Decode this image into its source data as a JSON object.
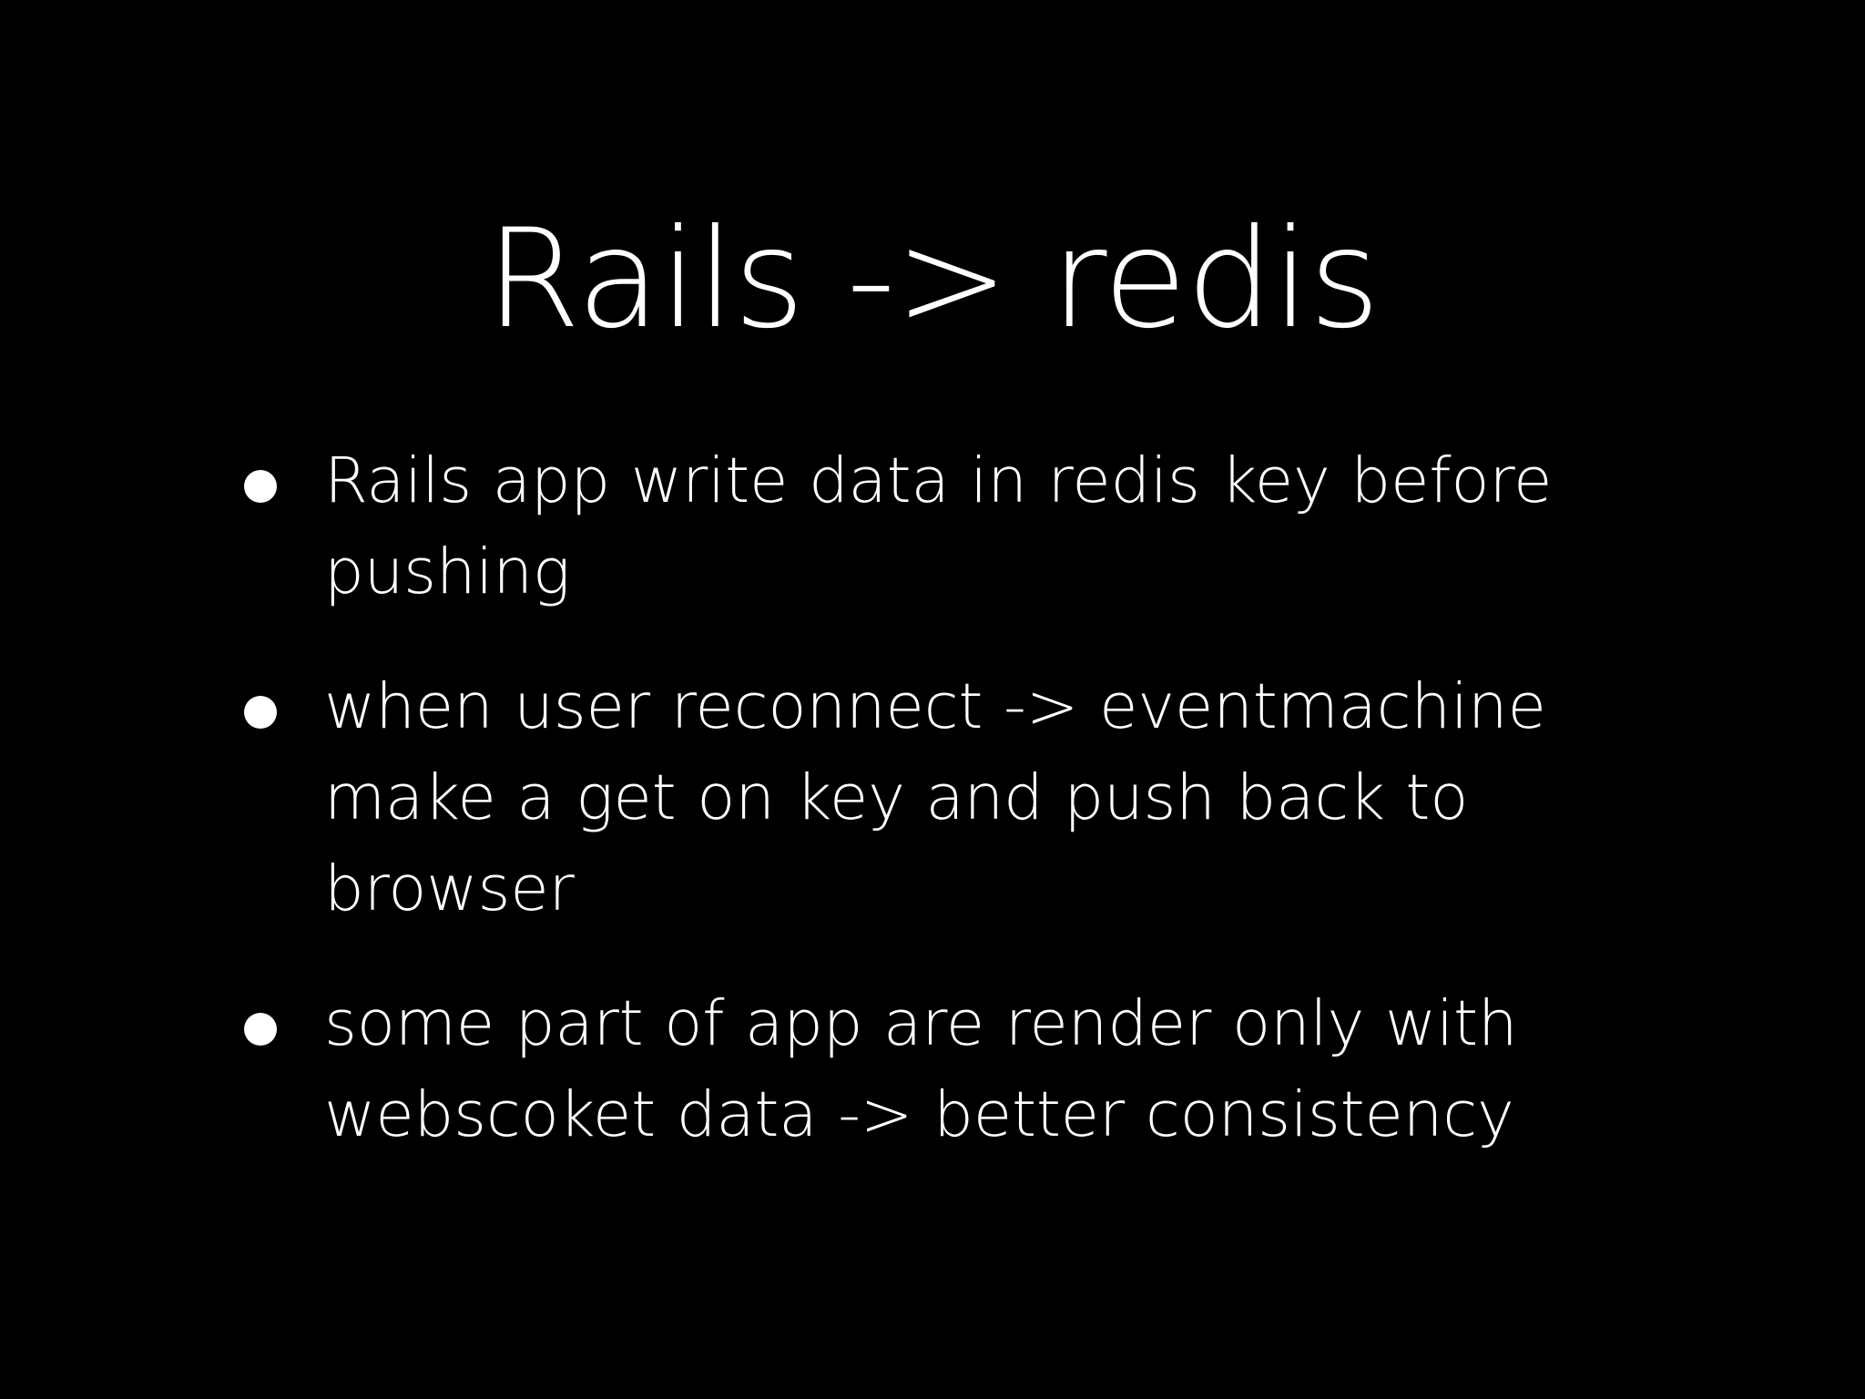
{
  "slide": {
    "background_color": "#000000",
    "text_color": "#ffffff",
    "title": "Rails -> redis",
    "bullet_glyph": "filled-circle",
    "bullets": [
      {
        "text": "Rails app write data in redis key before pushing"
      },
      {
        "text": "when user reconnect -> eventmachine make a get on key and push back to browser"
      },
      {
        "text": "some part of app are render only with webscoket data -> better consistency"
      }
    ]
  }
}
